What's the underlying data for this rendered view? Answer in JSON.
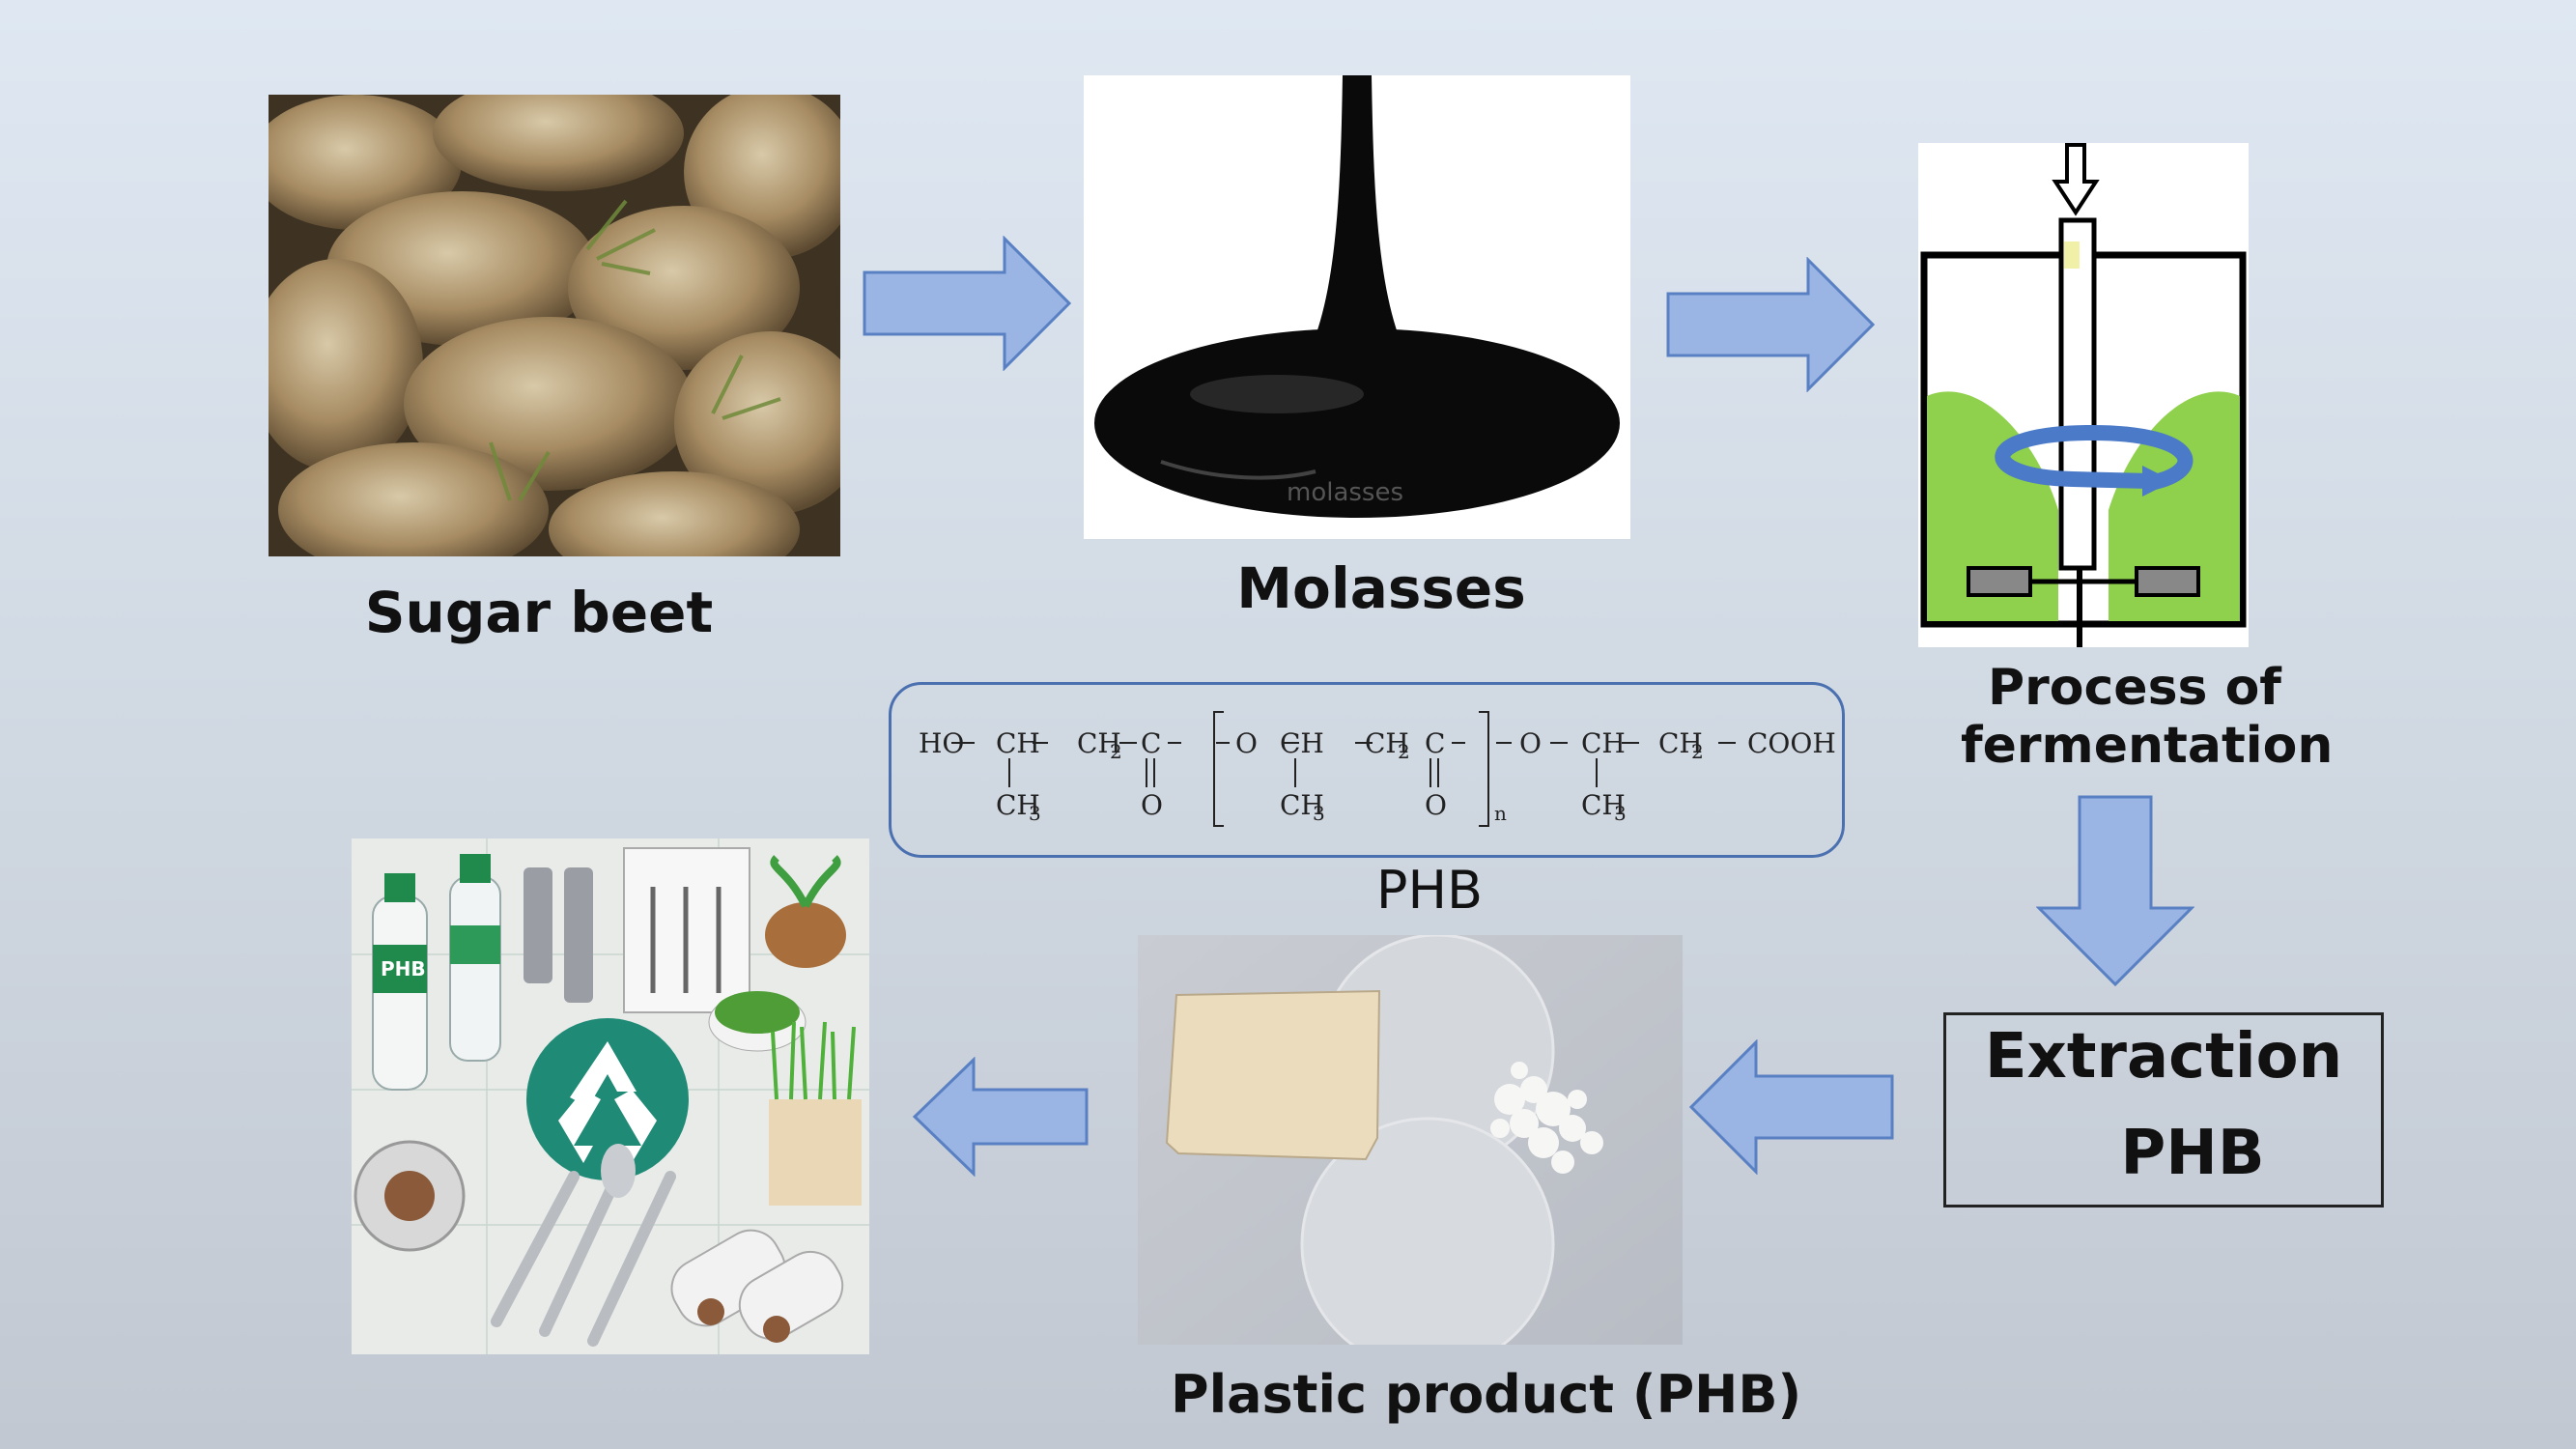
{
  "labels": {
    "sugar_beet": "Sugar beet",
    "molasses": "Molasses",
    "fermentation_line1": "Process of",
    "fermentation_line2": "fermentation",
    "extraction_line1": "Extraction",
    "extraction_line2": "PHB",
    "plastic_product": "Plastic product (PHB)",
    "phb_formula_caption": "PHB"
  },
  "image_text": {
    "molasses_watermark": "molasses",
    "bottle_label": "PHB"
  },
  "formula": {
    "ho": "HO",
    "ch": "CH",
    "ch2": "CH",
    "c": "C",
    "o": "O",
    "ch3": "CH",
    "sub2": "2",
    "sub3": "3",
    "subn": "n",
    "cooh": "COOH"
  },
  "colors": {
    "arrow_fill": "#9ab5e3",
    "arrow_stroke": "#5a80c4",
    "fermenter_green": "#8fd04c",
    "formula_border": "#4a70b0",
    "molasses": "#0a0a0a"
  },
  "icons": {
    "arrow": "block-arrow",
    "recycle": "recycle-icon"
  }
}
